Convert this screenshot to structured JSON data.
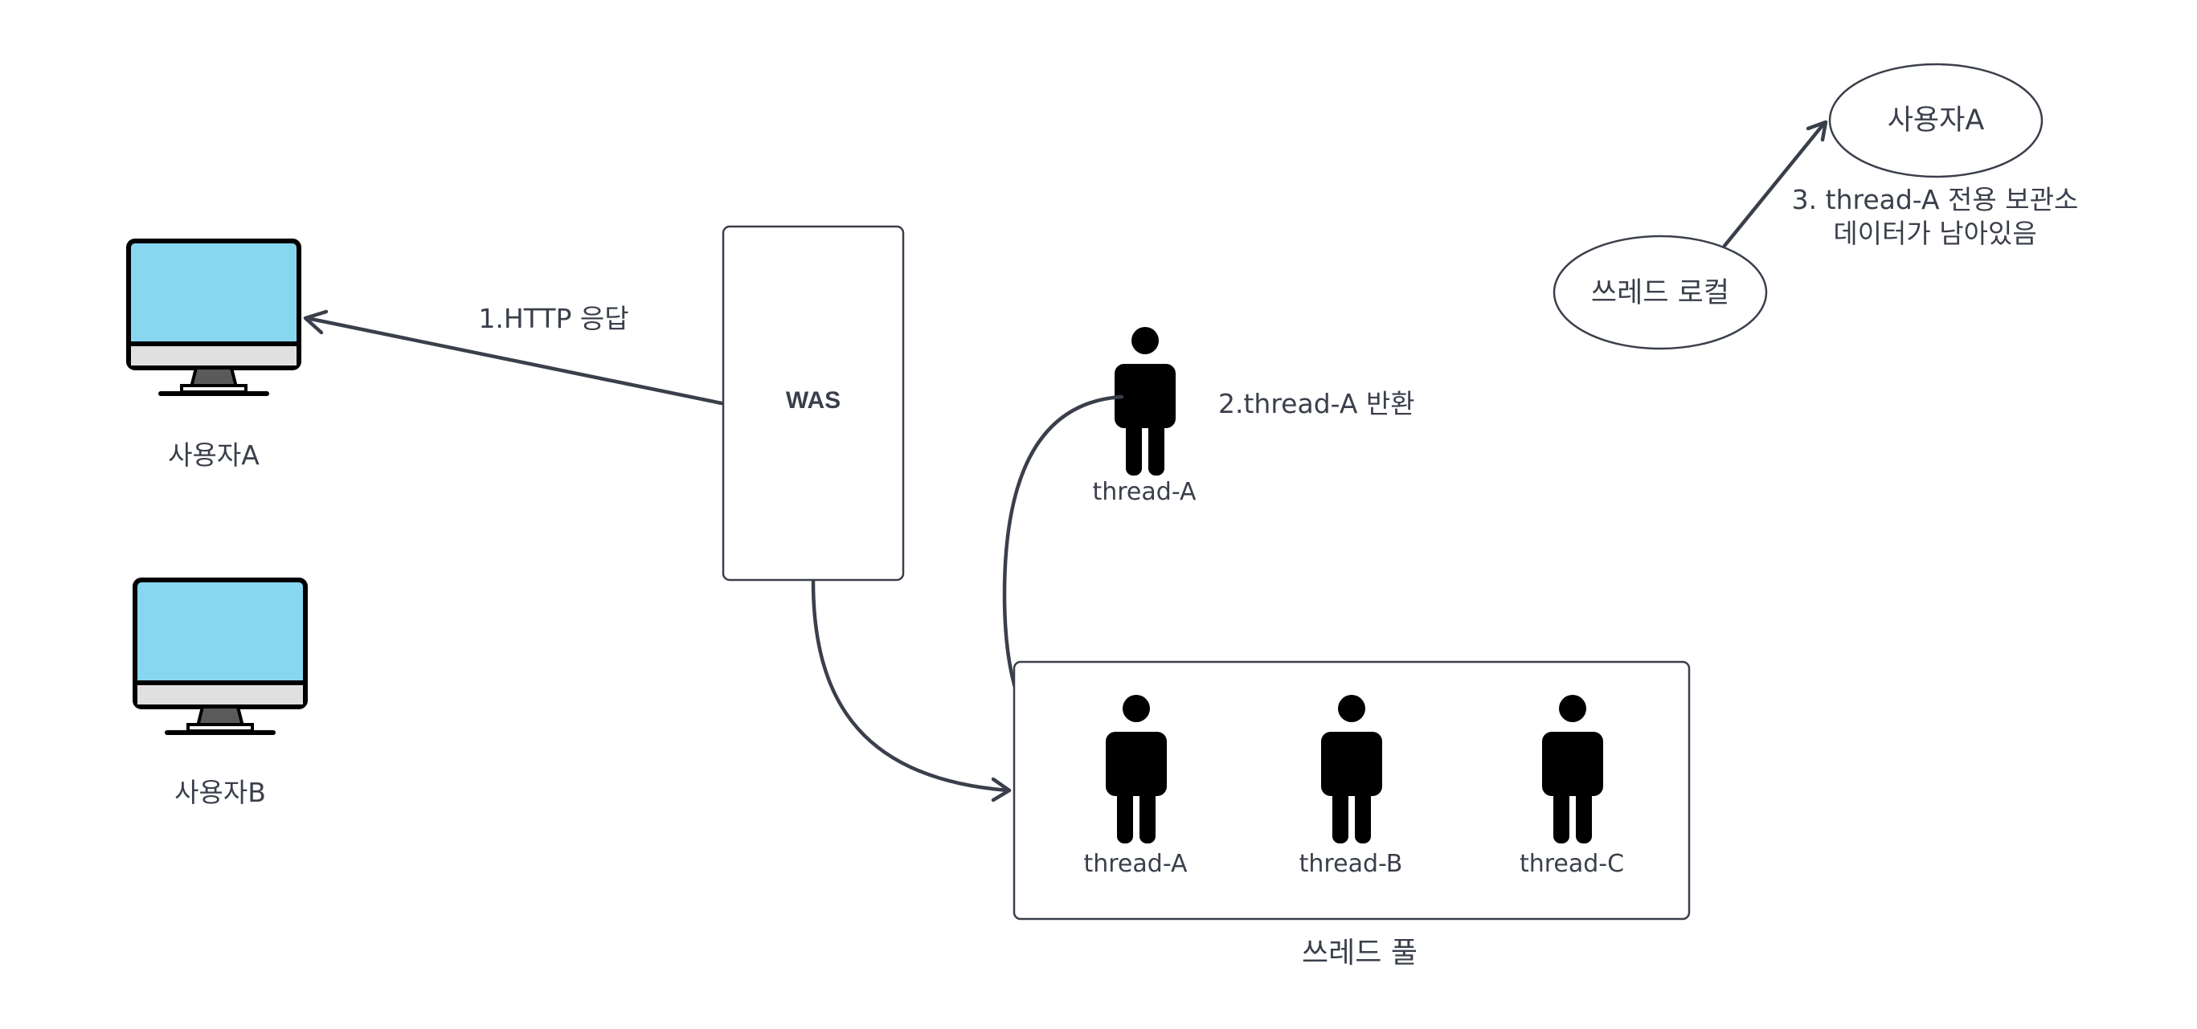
{
  "nodes": {
    "userA": {
      "label": "사용자A"
    },
    "userB": {
      "label": "사용자B"
    },
    "was": {
      "label": "WAS"
    },
    "thread_a_returned": {
      "label": "thread-A"
    },
    "pool": {
      "label": "쓰레드 풀",
      "threads": [
        "thread-A",
        "thread-B",
        "thread-C"
      ]
    },
    "thread_local": {
      "label": "쓰레드 로컬"
    },
    "userA_bubble": {
      "label": "사용자A"
    }
  },
  "edges": {
    "http_response": {
      "label": "1.HTTP 응답"
    },
    "thread_return": {
      "label": "2.thread-A 반환"
    },
    "leftover": {
      "label_line1": "3. thread-A 전용 보관소",
      "label_line2": "데이터가 남아있음"
    }
  },
  "colors": {
    "stroke": "#3a3f4b",
    "monitor_screen": "#87d7f1",
    "monitor_bezel": "#000000",
    "monitor_chin": "#e0e0e0",
    "monitor_stand": "#5a5a5a",
    "person": "#000000"
  }
}
